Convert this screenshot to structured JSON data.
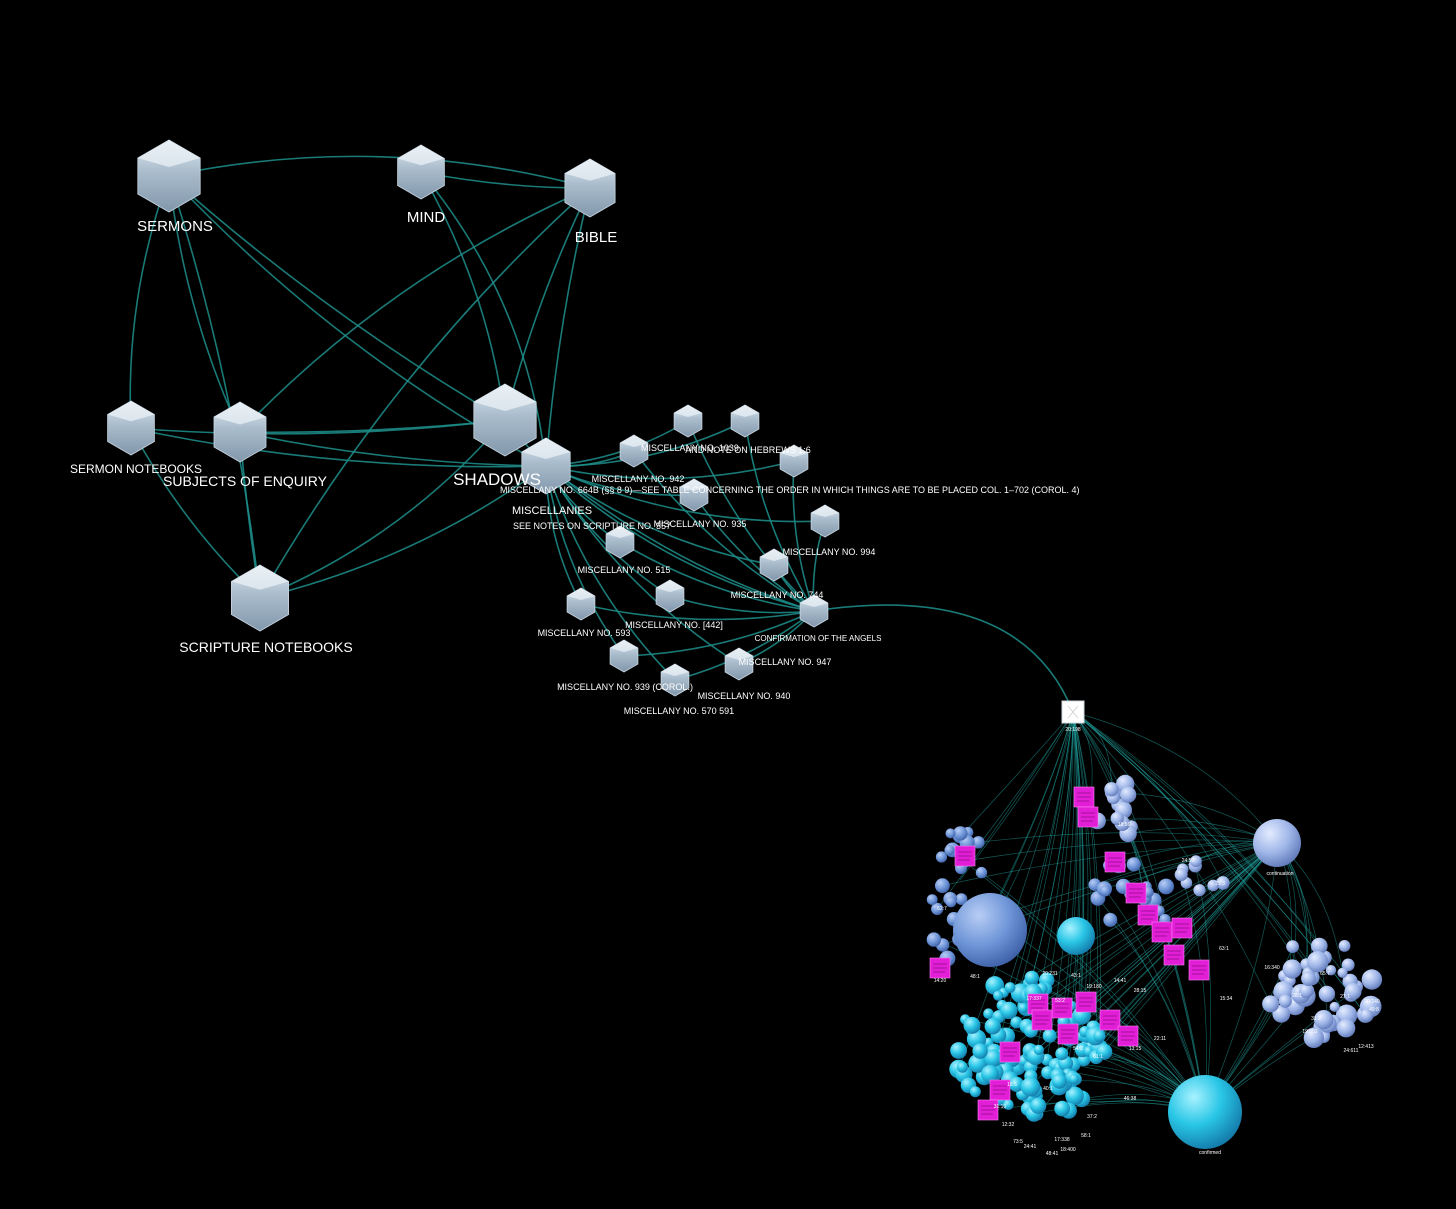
{
  "colors": {
    "background": "#000000",
    "edge": "#1d8f8c",
    "hex_node": "#9fb4c6",
    "sphere_light": "#a9bde6",
    "sphere_cyan": "#22c4e4",
    "magenta_node": "#e21fd6"
  },
  "major_nodes": [
    {
      "id": "sermons",
      "label": "SERMONS"
    },
    {
      "id": "mind",
      "label": "MIND"
    },
    {
      "id": "bible",
      "label": "BIBLE"
    },
    {
      "id": "sermon-notebooks",
      "label": "SERMON NOTEBOOKS"
    },
    {
      "id": "subjects-of-enquiry",
      "label": "SUBJECTS OF ENQUIRY"
    },
    {
      "id": "shadows",
      "label": "SHADOWS"
    },
    {
      "id": "scripture-notebooks",
      "label": "SCRIPTURE NOTEBOOKS"
    },
    {
      "id": "miscellanies",
      "label": "MISCELLANIES"
    }
  ],
  "miscellany_labels": [
    "MISCELLANY NO. 1039",
    "AND NOTE ON HEBREWS 1:6",
    "MISCELLANY NO. 942",
    "MISCELLANY NO. 664B (§§ 8 9)—SEE TABLE CONCERNING THE ORDER IN WHICH THINGS ARE TO BE PLACED COL. 1–702 (COROL. 4)",
    "SEE NOTES ON SCRIPTURE NO. 357",
    "MISCELLANY NO. 935",
    "MISCELLANY NO. 994",
    "MISCELLANY NO. 515",
    "MISCELLANY NO. 744",
    "MISCELLANY NO. [442]",
    "MISCELLANY NO. 593",
    "CONFIRMATION OF THE ANGELS",
    "MISCELLANY NO. 947",
    "MISCELLANY NO. 939 (COROL.)",
    "MISCELLANY NO. 940",
    "MISCELLANY NO. 570 591"
  ],
  "hub": {
    "label": "20:198"
  },
  "cluster_hubs": [
    {
      "id": "continuation",
      "label": "continuation"
    },
    {
      "id": "confirmed",
      "label": "confirmed"
    }
  ],
  "verse_labels": [
    "16:340",
    "28:1",
    "19:552",
    "24:611",
    "12:413",
    "65:7",
    "27:1",
    "31:2",
    "30:240",
    "49:8",
    "20:231",
    "43:1",
    "19:180",
    "14:41",
    "28:15",
    "53:2",
    "17:337",
    "54:2",
    "61:1",
    "13:15",
    "22:11",
    "40:1",
    "73:5",
    "24:41",
    "17:338",
    "48:41",
    "18:400",
    "58:1",
    "37:2",
    "46:38",
    "15:34",
    "63:1",
    "12:32",
    "18:56",
    "24:50",
    "29:3",
    "48:1",
    "14:20",
    "62:7",
    "16:5",
    "31:10"
  ]
}
